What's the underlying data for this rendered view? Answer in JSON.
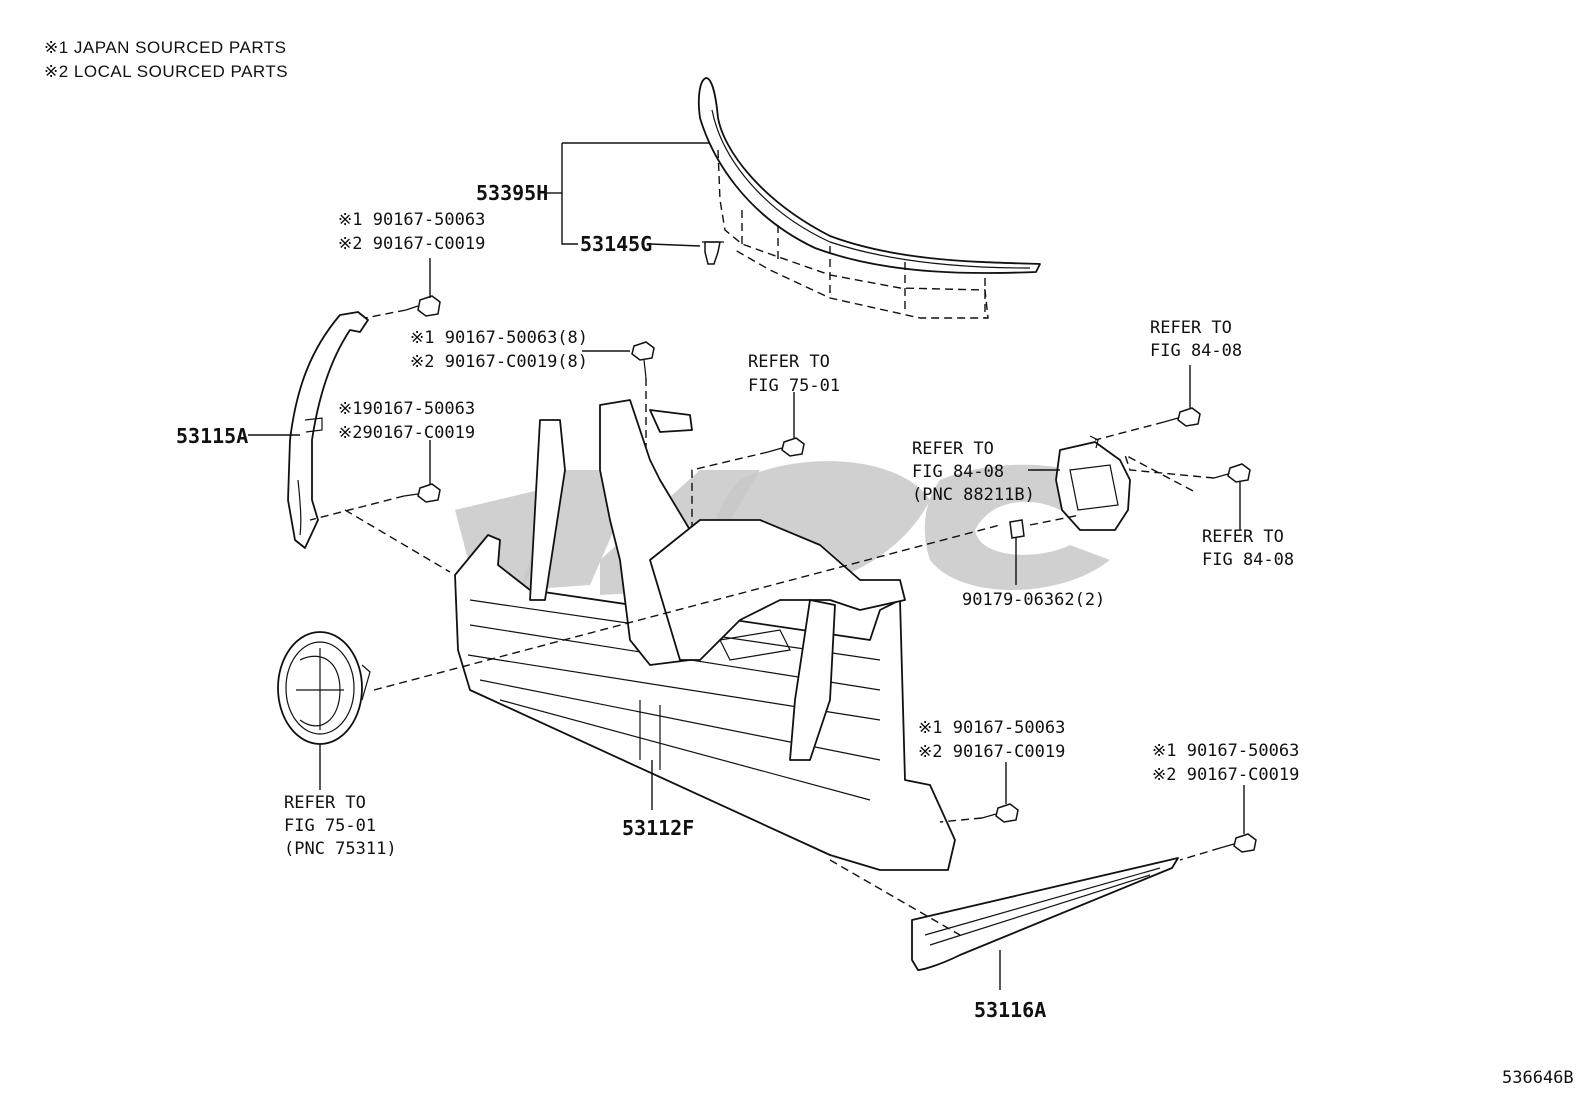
{
  "notes": {
    "japan": "※1 JAPAN SOURCED PARTS",
    "local": "※2 LOCAL SOURCED PARTS"
  },
  "labels": {
    "p53395H": "53395H",
    "p53145G": "53145G",
    "p53115A": "53115A",
    "p53112F": "53112F",
    "p53116A": "53116A",
    "p90179": "90179-06362(2)",
    "bolt_a1": "※1 90167-50063",
    "bolt_a2": "※2 90167-C0019",
    "bolt_b1": "※1 90167-50063(8)",
    "bolt_b2": "※2 90167-C0019(8)",
    "bolt_c1": "※190167-50063",
    "bolt_c2": "※290167-C0019",
    "bolt_d1": "※1 90167-50063",
    "bolt_d2": "※2 90167-C0019",
    "bolt_e1": "※1 90167-50063",
    "bolt_e2": "※2 90167-C0019",
    "ref_7501_top_1": "REFER TO",
    "ref_7501_top_2": "FIG 75-01",
    "ref_8408_a_1": "REFER TO",
    "ref_8408_a_2": "FIG 84-08",
    "ref_8408_b_1": "REFER TO",
    "ref_8408_b_2": "FIG 84-08",
    "ref_8408_b_3": "(PNC 88211B)",
    "ref_8408_c_1": "REFER TO",
    "ref_8408_c_2": "FIG 84-08",
    "ref_7501_bot_1": "REFER TO",
    "ref_7501_bot_2": "FIG 75-01",
    "ref_7501_bot_3": "(PNC 75311)",
    "figure_id": "536646B"
  }
}
